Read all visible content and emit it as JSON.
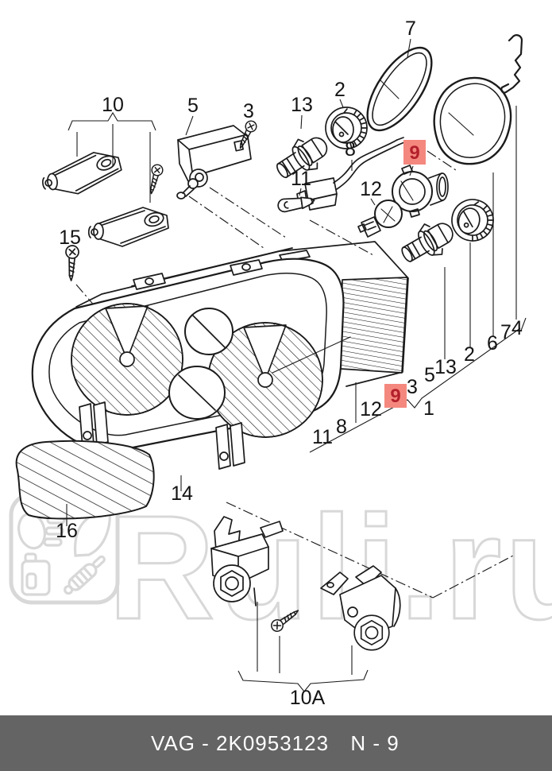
{
  "watermark": {
    "text": "Ruli.ru",
    "color": "#d8d8d8"
  },
  "highlight": {
    "fill": "#f4887e",
    "text_color": "#b3202c"
  },
  "parts": {
    "top": {
      "brackets": "10",
      "motor": "5",
      "motor_screw": "3",
      "h7_bulb": "13",
      "cap": "2",
      "seals": "7",
      "cable": "8",
      "bulb_holder": "9",
      "w5w_bulb": "11",
      "p21w_bulb": "12"
    },
    "left": {
      "screw_upper": "15",
      "cover": "16",
      "screw_lower": "14",
      "brackets_lower": "10A"
    },
    "assembly_list": {
      "w5w": "11",
      "cable": "8",
      "p21w": "12",
      "holder": "9",
      "screw": "3",
      "unit": "1",
      "motor": "5",
      "h7": "13",
      "cap": "2",
      "item6": "6",
      "seals": "7",
      "clip": "4"
    }
  },
  "footer": {
    "code": "VAG - 2K0953123",
    "page": "N - 9",
    "bar_color": "#646464",
    "text_color": "#ffffff"
  }
}
